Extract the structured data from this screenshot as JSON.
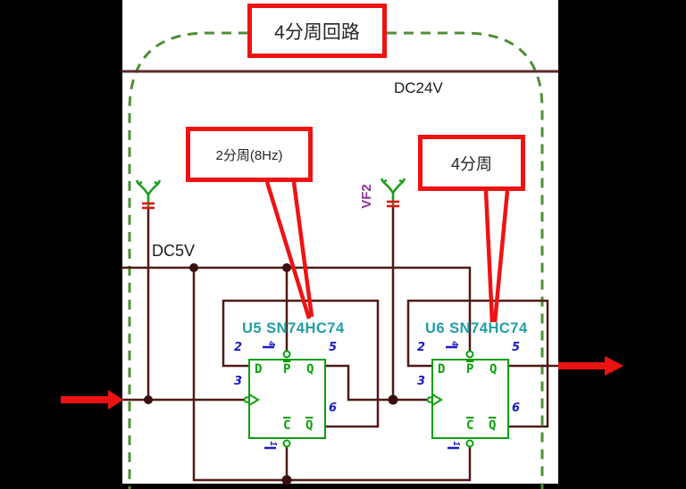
{
  "title_box": {
    "label": "4分周回路"
  },
  "power": {
    "dc24v": "DC24V",
    "dc5v": "DC5V"
  },
  "net_labels": {
    "vf2": "VF2"
  },
  "callouts": [
    {
      "label": "2分周(8Hz)"
    },
    {
      "label": "4分周"
    }
  ],
  "flip_flops": [
    {
      "ref": "U5 SN74HC74",
      "ports": {
        "d": "D",
        "preset": "P",
        "q": "Q",
        "clear": "C",
        "qbar": "Q"
      },
      "pins": {
        "d": "2",
        "clk": "3",
        "q": "5",
        "qbar": "6",
        "preset": "4",
        "clear": "1"
      }
    },
    {
      "ref": "U6 SN74HC74",
      "ports": {
        "d": "D",
        "preset": "P",
        "q": "Q",
        "clear": "C",
        "qbar": "Q"
      },
      "pins": {
        "d": "2",
        "clk": "3",
        "q": "5",
        "qbar": "6",
        "preset": "4",
        "clear": "1"
      }
    }
  ],
  "colors": {
    "callout_red": "#ee1313",
    "wire_maroon": "#4f1a16",
    "rail_brown": "#5d2a28",
    "component_green": "#0aa00a",
    "boundary_dash_green": "#4f8f37",
    "refdes_teal": "#1f9fa4",
    "pin_blue": "#1b1bc4",
    "net_purple": "#93329a"
  }
}
